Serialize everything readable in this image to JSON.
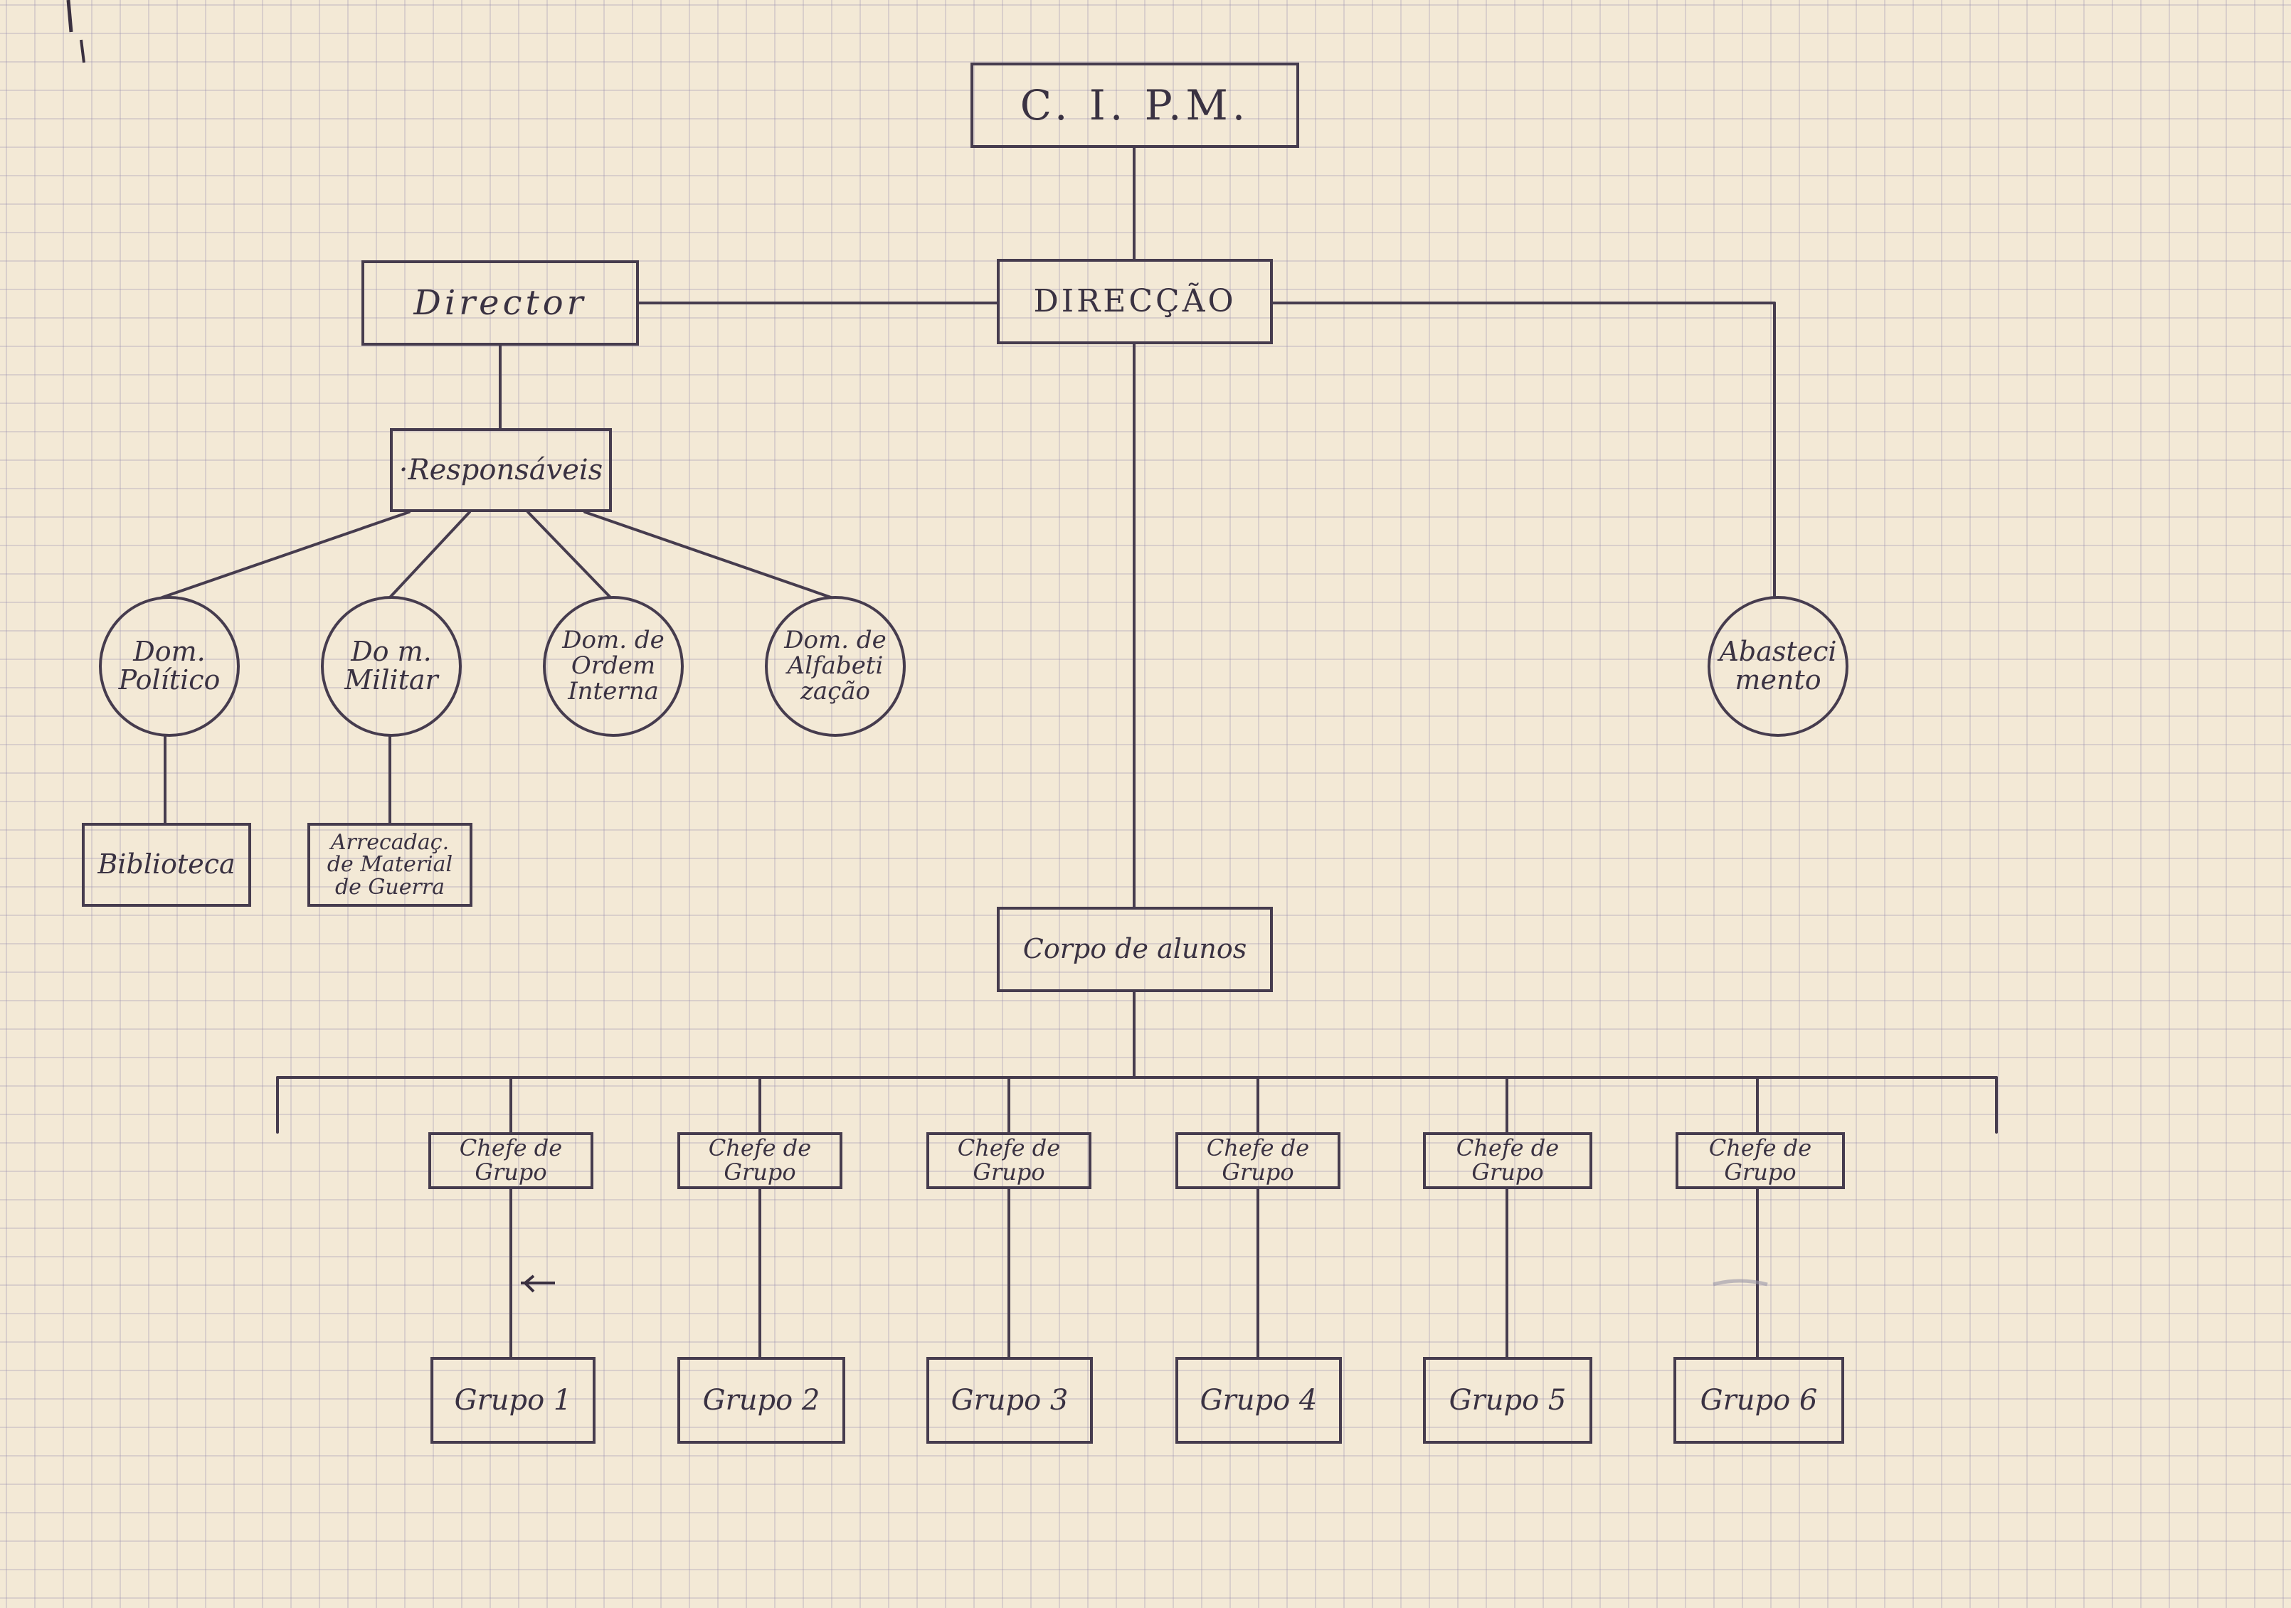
{
  "root": {
    "label": "C. I. P.M."
  },
  "direccao": {
    "label": "DIRECÇÃO"
  },
  "director": {
    "label": "Director"
  },
  "responsaveis": {
    "label": "·Responsáveis"
  },
  "dominios": [
    {
      "line1": "Dom.",
      "line2": "Político",
      "line3": ""
    },
    {
      "line1": "Do m.",
      "line2": "Militar",
      "line3": ""
    },
    {
      "line1": "Dom. de",
      "line2": "Ordem",
      "line3": "Interna"
    },
    {
      "line1": "Dom. de",
      "line2": "Alfabeti",
      "line3": "zação"
    }
  ],
  "abastecimento": {
    "line1": "Abasteci",
    "line2": "mento"
  },
  "biblioteca": {
    "label": "Biblioteca"
  },
  "arrecadacao": {
    "line1": "Arrecadaç.",
    "line2": "de Material",
    "line3": "de Guerra"
  },
  "corpo_alunos": {
    "label": "Corpo de alunos"
  },
  "chefes": [
    {
      "line1": "Chefe de",
      "line2": "Grupo"
    },
    {
      "line1": "Chefe de",
      "line2": "Grupo"
    },
    {
      "line1": "Chefe de",
      "line2": "Grupo"
    },
    {
      "line1": "Chefe de",
      "line2": "Grupo"
    },
    {
      "line1": "Chefe de",
      "line2": "Grupo"
    },
    {
      "line1": "Chefe de",
      "line2": "Grupo"
    }
  ],
  "grupos": [
    {
      "label": "Grupo 1"
    },
    {
      "label": "Grupo 2"
    },
    {
      "label": "Grupo 3"
    },
    {
      "label": "Grupo 4"
    },
    {
      "label": "Grupo 5"
    },
    {
      "label": "Grupo 6"
    }
  ]
}
